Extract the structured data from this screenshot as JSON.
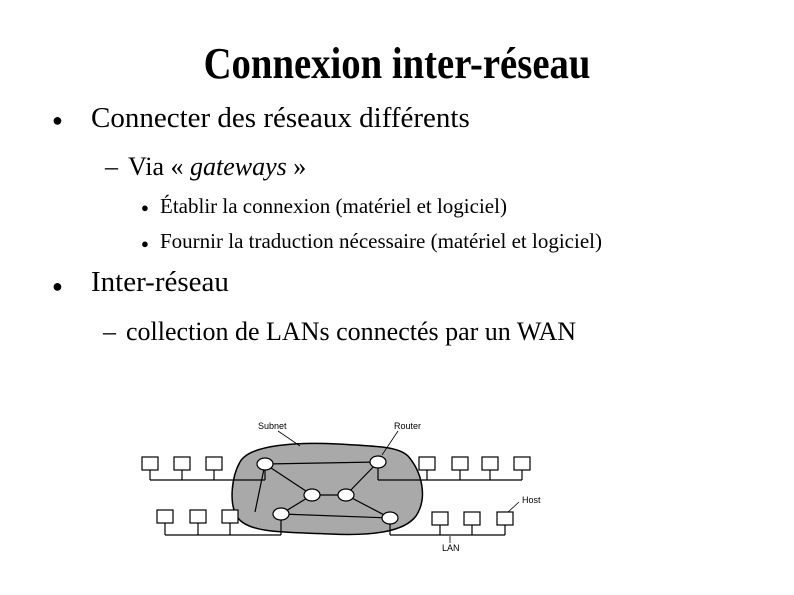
{
  "slide": {
    "title": "Connexion inter-réseau",
    "bullets": [
      {
        "text": "Connecter des réseaux différents",
        "sub": {
          "dash": "–",
          "prefix": "Via « ",
          "emph": "gateways",
          "suffix": " »",
          "items": [
            "Établir la connexion (matériel et logiciel)",
            "Fournir la traduction nécessaire (matériel et logiciel)"
          ]
        }
      },
      {
        "text": "Inter-réseau",
        "sub": {
          "dash": "–",
          "text": "collection de LANs connectés par un WAN"
        }
      }
    ],
    "bullet_symbol": "●"
  },
  "diagram": {
    "labels": {
      "subnet": "Subnet",
      "router": "Router",
      "host": "Host",
      "lan": "LAN"
    },
    "colors": {
      "subnet_fill": "#a9a9a9",
      "router_fill": "#ffffff",
      "line": "#000000"
    }
  }
}
